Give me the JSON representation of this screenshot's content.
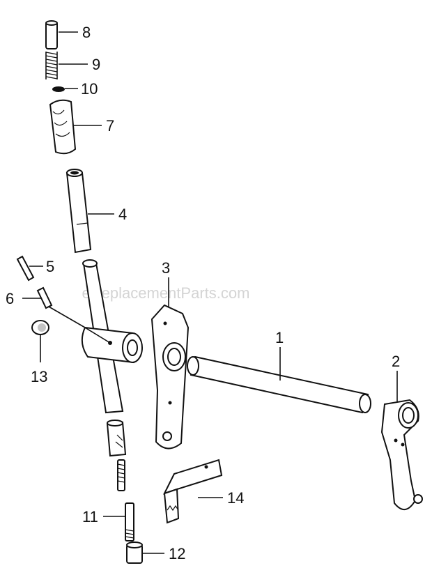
{
  "watermark": "eReplacementParts.com",
  "callouts": {
    "c1": "1",
    "c2": "2",
    "c3": "3",
    "c4": "4",
    "c5": "5",
    "c6": "6",
    "c7": "7",
    "c8": "8",
    "c9": "9",
    "c10": "10",
    "c11": "11",
    "c12": "12",
    "c13": "13",
    "c14": "14"
  }
}
